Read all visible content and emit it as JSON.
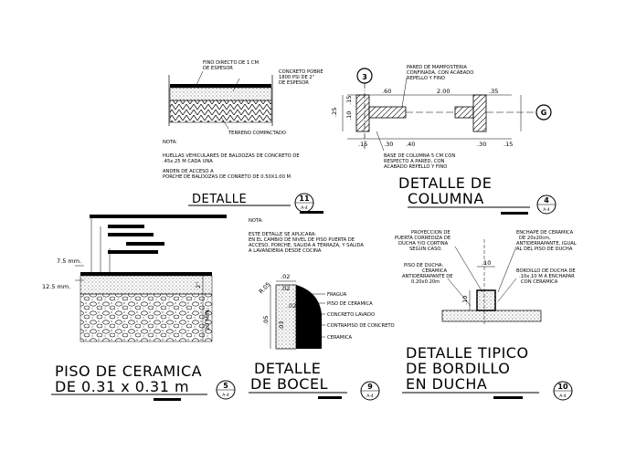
{
  "detail_11": {
    "note1": "FINO DIRECTO DE 1 CM",
    "note1b": "DE ESPESOR",
    "note2": "CONCRETO POBRE",
    "note2b": "1800 PSI DE 2\"",
    "note2c": "DE ESPESOR",
    "note3": "TERRENO COMPACTADO",
    "nota": "NOTA:",
    "nota_l1": "HUELLAS VEHICULARES DE BALDOZAS DE CONCRETO DE",
    "nota_l2": ".45x.25 M CADA UNA",
    "nota_l3": "ANDEN DE ACCESO A",
    "nota_l4": "PORCHE DE BALDOZAS DE CONRETO DE 0.50X1.00 M",
    "title": "DETALLE",
    "num": "11",
    "sheet": "A-4"
  },
  "detail_4": {
    "bubble": "3",
    "axis": "G",
    "note1": "PARED DE MAMPOSTERIA",
    "note1b": "CONFINADA, CON ACABADO",
    "note1c": "REPELLO Y FINO",
    "note2": "BASE DE COLUMNA 5 CM CON",
    "note2b": "RESPECTO A PARED, CON",
    "note2c": "ACABADO REPELLO Y FINO",
    "dims": [
      ".60",
      "2.00",
      ".35",
      ".15",
      ".30",
      ".40",
      ".30",
      ".15",
      ".25",
      ".15",
      ".10"
    ],
    "title1": "DETALLE DE",
    "title2": "COLUMNA",
    "num": "4",
    "sheet": "A-4"
  },
  "detail_piso": {
    "dim1": "7.5 mm.",
    "dim2": "12.5 mm.",
    "dim3": "2\"",
    "dim4": "20 MIN.",
    "title1": "PISO DE CERAMICA",
    "title2": "DE 0.31 x  0.31 m",
    "num": "5",
    "sheet": "A-4"
  },
  "detail_9": {
    "nota": "NOTA:",
    "l1": "ESTE DETALLE SE APLICARA:",
    "l2": "EN EL CAMBIO DE NIVEL DE PISO PUERTA DE",
    "l3": "ACCESO, PORCHE, SALIDA A TERRAZA, Y SALIDA",
    "l4": "A LAVANDERIA DESDE COCINA",
    "d1": ".02",
    "d2": ".02",
    "d3": ".05",
    "d4": ".03",
    "d5": ".02",
    "r": "R.05",
    "labels": [
      "FRAGUA",
      "PISO DE CERAMICA",
      "CONCRETO LAVADO",
      "CONTRAPISO DE CONCRETO",
      "CERAMICA"
    ],
    "title1": "DETALLE",
    "title2": "DE BOCEL",
    "num": "9",
    "sheet": "A-4"
  },
  "detail_10": {
    "note1": "PROYECCION DE",
    "note1b": "PUERTA CORREDIZA DE",
    "note1c": "DUCHA Y/O CORTINA",
    "note1d": "SEGUN CASO.",
    "note2": "ENCHAPE DE CERAMICA",
    "note2b": "DE 20x20cm,",
    "note2c": "ANTIDERRAPANTE, IGUAL",
    "note2d": "AL DEL PISO DE DUCHA",
    "note3": "PISO DE DUCHA:",
    "note3b": "CERAMICA",
    "note3c": "ANTIDERRAPANTE DE",
    "note3d": "0.20x0.20m",
    "note4": "BORDILLO DE DUCHA DE",
    "note4b": ".10x.10 M A ENCHAPAR",
    "note4c": "CON CERAMICA",
    "dim1": ".10",
    "dim2": ".10",
    "title1": "DETALLE TIPICO",
    "title2": "DE BORDILLO",
    "title3": "EN DUCHA",
    "num": "10",
    "sheet": "A-4"
  }
}
